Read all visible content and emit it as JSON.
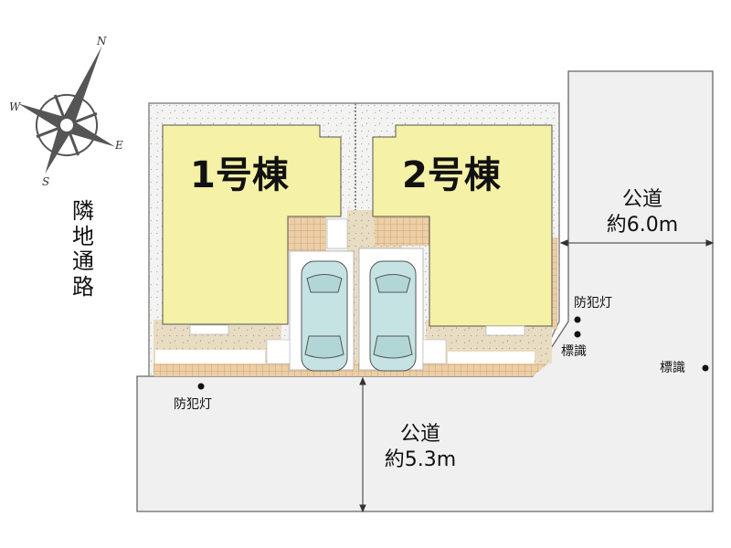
{
  "compass": {
    "n": "N",
    "e": "E",
    "s": "S",
    "w": "W",
    "icon": "compass-rose-icon"
  },
  "adjacent_path_label": "隣地通路",
  "buildings": [
    {
      "label": "1号棟"
    },
    {
      "label": "2号棟"
    }
  ],
  "roads": {
    "east": {
      "name": "公道",
      "width": "約6.0m"
    },
    "south": {
      "name": "公道",
      "width": "約5.3m"
    }
  },
  "markers": {
    "streetlight_east": "防犯灯",
    "sign_east": "標識",
    "sign_far_east": "標識",
    "streetlight_south": "防犯灯"
  },
  "colors": {
    "building": "#f5f1a6",
    "yard": "#e8dcc2",
    "garden": "#f4f4f2",
    "parking": "#ffffff",
    "car": "#c6e3e3",
    "road": "#f0f0f0",
    "tile": "#e7c9a0"
  }
}
